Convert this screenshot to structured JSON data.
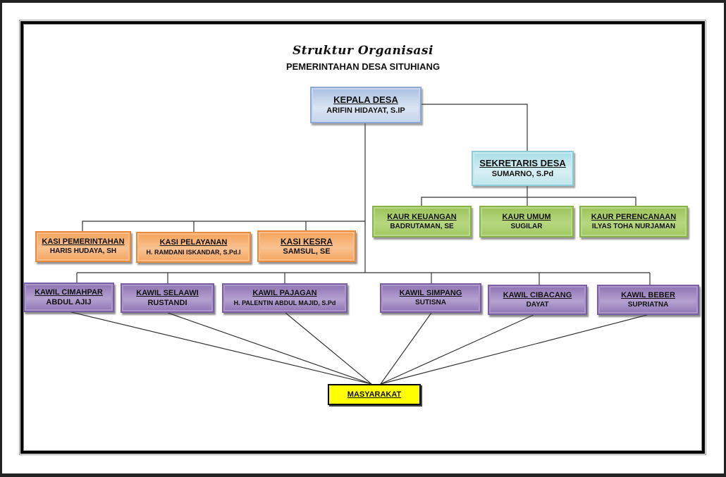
{
  "header": {
    "title": "Struktur Organisasi",
    "subtitle": "PEMERINTAHAN DESA SITUHIANG"
  },
  "colors": {
    "kepala": "#c5d5ec",
    "sekretaris": "#bfe5ec",
    "kaur": "#a0c760",
    "kasi": "#f5a55f",
    "kawil": "#8f76b5",
    "masyarakat": "#ffff00"
  },
  "kepala_desa": {
    "role": "KEPALA DESA",
    "person": "ARIFIN HIDAYAT, S.IP"
  },
  "sekretaris_desa": {
    "role": "SEKRETARIS DESA",
    "person": "SUMARNO, S.Pd"
  },
  "kaur": [
    {
      "role": "KAUR KEUANGAN",
      "person": "BADRUTAMAN, SE"
    },
    {
      "role": "KAUR UMUM",
      "person": "SUGILAR"
    },
    {
      "role": "KAUR PERENCANAAN",
      "person": "ILYAS TOHA NURJAMAN"
    }
  ],
  "kasi": [
    {
      "role": "KASI PEMERINTAHAN",
      "person": "HARIS HUDAYA, SH"
    },
    {
      "role": "KASI PELAYANAN",
      "person": "H. RAMDANI ISKANDAR, S.Pd.I"
    },
    {
      "role": "KASI KESRA",
      "person": "SAMSUL, SE"
    }
  ],
  "kawil": [
    {
      "role": "KAWIL CIMAHPAR",
      "person": "ABDUL AJIJ"
    },
    {
      "role": "KAWIL SELAAWI",
      "person": "RUSTANDI"
    },
    {
      "role": "KAWIL PAJAGAN",
      "person": "H. PALENTIN ABDUL MAJID, S.Pd"
    },
    {
      "role": "KAWIL SIMPANG",
      "person": "SUTISNA"
    },
    {
      "role": "KAWIL CIBACANG",
      "person": "DAYAT"
    },
    {
      "role": "KAWIL BEBER",
      "person": "SUPRIATNA"
    }
  ],
  "masyarakat": {
    "role": "MASYARAKAT"
  }
}
